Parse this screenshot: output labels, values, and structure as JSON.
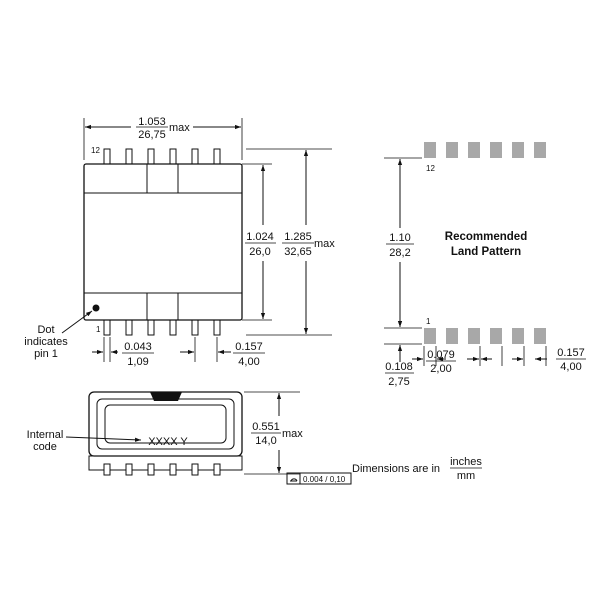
{
  "top_view": {
    "width_in": "1.053",
    "width_mm": "26,75",
    "width_suffix": "max",
    "pin12": "12",
    "pin1": "1",
    "inner_in": "1.024",
    "inner_mm": "26,0",
    "height_in": "1.285",
    "height_mm": "32,65",
    "height_suffix": "max",
    "dot_label": [
      "Dot",
      "indicates",
      "pin 1"
    ],
    "pin_width_in": "0.043",
    "pin_width_mm": "1,09",
    "pitch_in": "0.157",
    "pitch_mm": "4,00"
  },
  "land_pattern": {
    "title_line1": "Recommended",
    "title_line2": "Land Pattern",
    "pin12": "12",
    "pin1": "1",
    "span_in": "1.10",
    "span_mm": "28,2",
    "pad_len_in": "0.108",
    "pad_len_mm": "2,75",
    "pad_w_in": "0.079",
    "pad_w_mm": "2,00",
    "pitch_in": "0.157",
    "pitch_mm": "4,00"
  },
  "side_view": {
    "internal_code_label": [
      "Internal",
      "code"
    ],
    "code_text": "XXXX Y",
    "height_in": "0.551",
    "height_mm": "14,0",
    "height_suffix": "max",
    "flatness": "0.004 / 0,10"
  },
  "footer": {
    "units_text": "Dimensions are in",
    "units_top": "inches",
    "units_bottom": "mm"
  }
}
